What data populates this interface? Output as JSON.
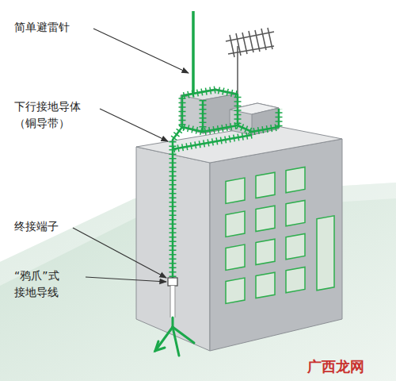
{
  "diagram": {
    "labels": [
      "简单避雷针",
      "下行接地导体 （铜导带）",
      "终接端子",
      "“鸦爪”式 接地导线",
      "广西龙网"
    ]
  }
}
